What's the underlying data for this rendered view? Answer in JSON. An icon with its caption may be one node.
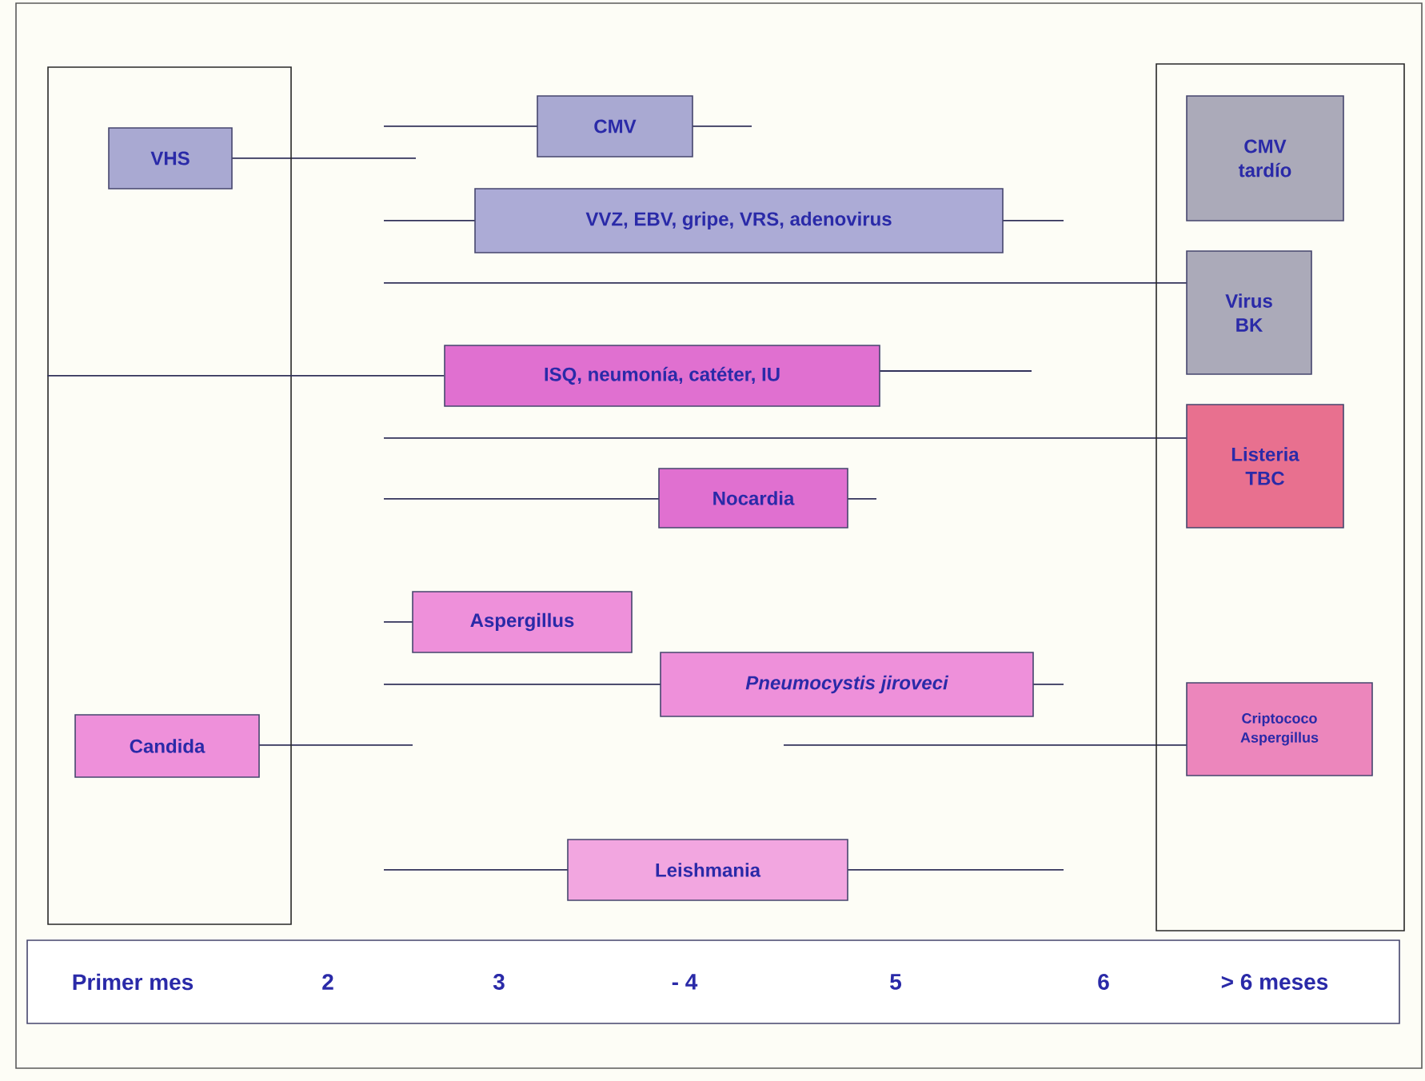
{
  "diagram": {
    "nodes": [
      {
        "text": [],
        "shape": "box"
      },
      {
        "text": [
          "VHS"
        ],
        "in": 0
      },
      {
        "text": [],
        "shape": "box"
      },
      {
        "text": [
          "CMV"
        ]
      },
      {
        "text": [
          "CMV tardío"
        ],
        "in": 2
      },
      {
        "text": [
          "VVZ, EBV, gripe, VRS, adenovirus"
        ]
      },
      {
        "text": [
          "Virus BK"
        ],
        "in": 2
      },
      {
        "text": [
          "ISQ, neumonía, catéter, IU"
        ]
      },
      {
        "text": [
          "Listeria TBC"
        ],
        "in": 2
      },
      {
        "text": [
          "Nocardia"
        ]
      },
      {
        "text": [
          "Aspergillus"
        ]
      },
      {
        "text": [
          "Pneumocystis jiroveci"
        ]
      },
      {
        "text": [
          "Candida"
        ],
        "in": 0
      },
      {
        "text": [
          "Criptococo Aspergillus"
        ],
        "in": 2
      },
      {
        "text": [
          "Leishmania"
        ]
      },
      {
        "text": [
          "Primer mes",
          "2",
          "3",
          "- 4",
          "5",
          "6",
          "> 6 meses"
        ]
      }
    ],
    "edges": [
      {
        "from": 0,
        "to": 7,
        "arrow": "none"
      }
    ]
  }
}
